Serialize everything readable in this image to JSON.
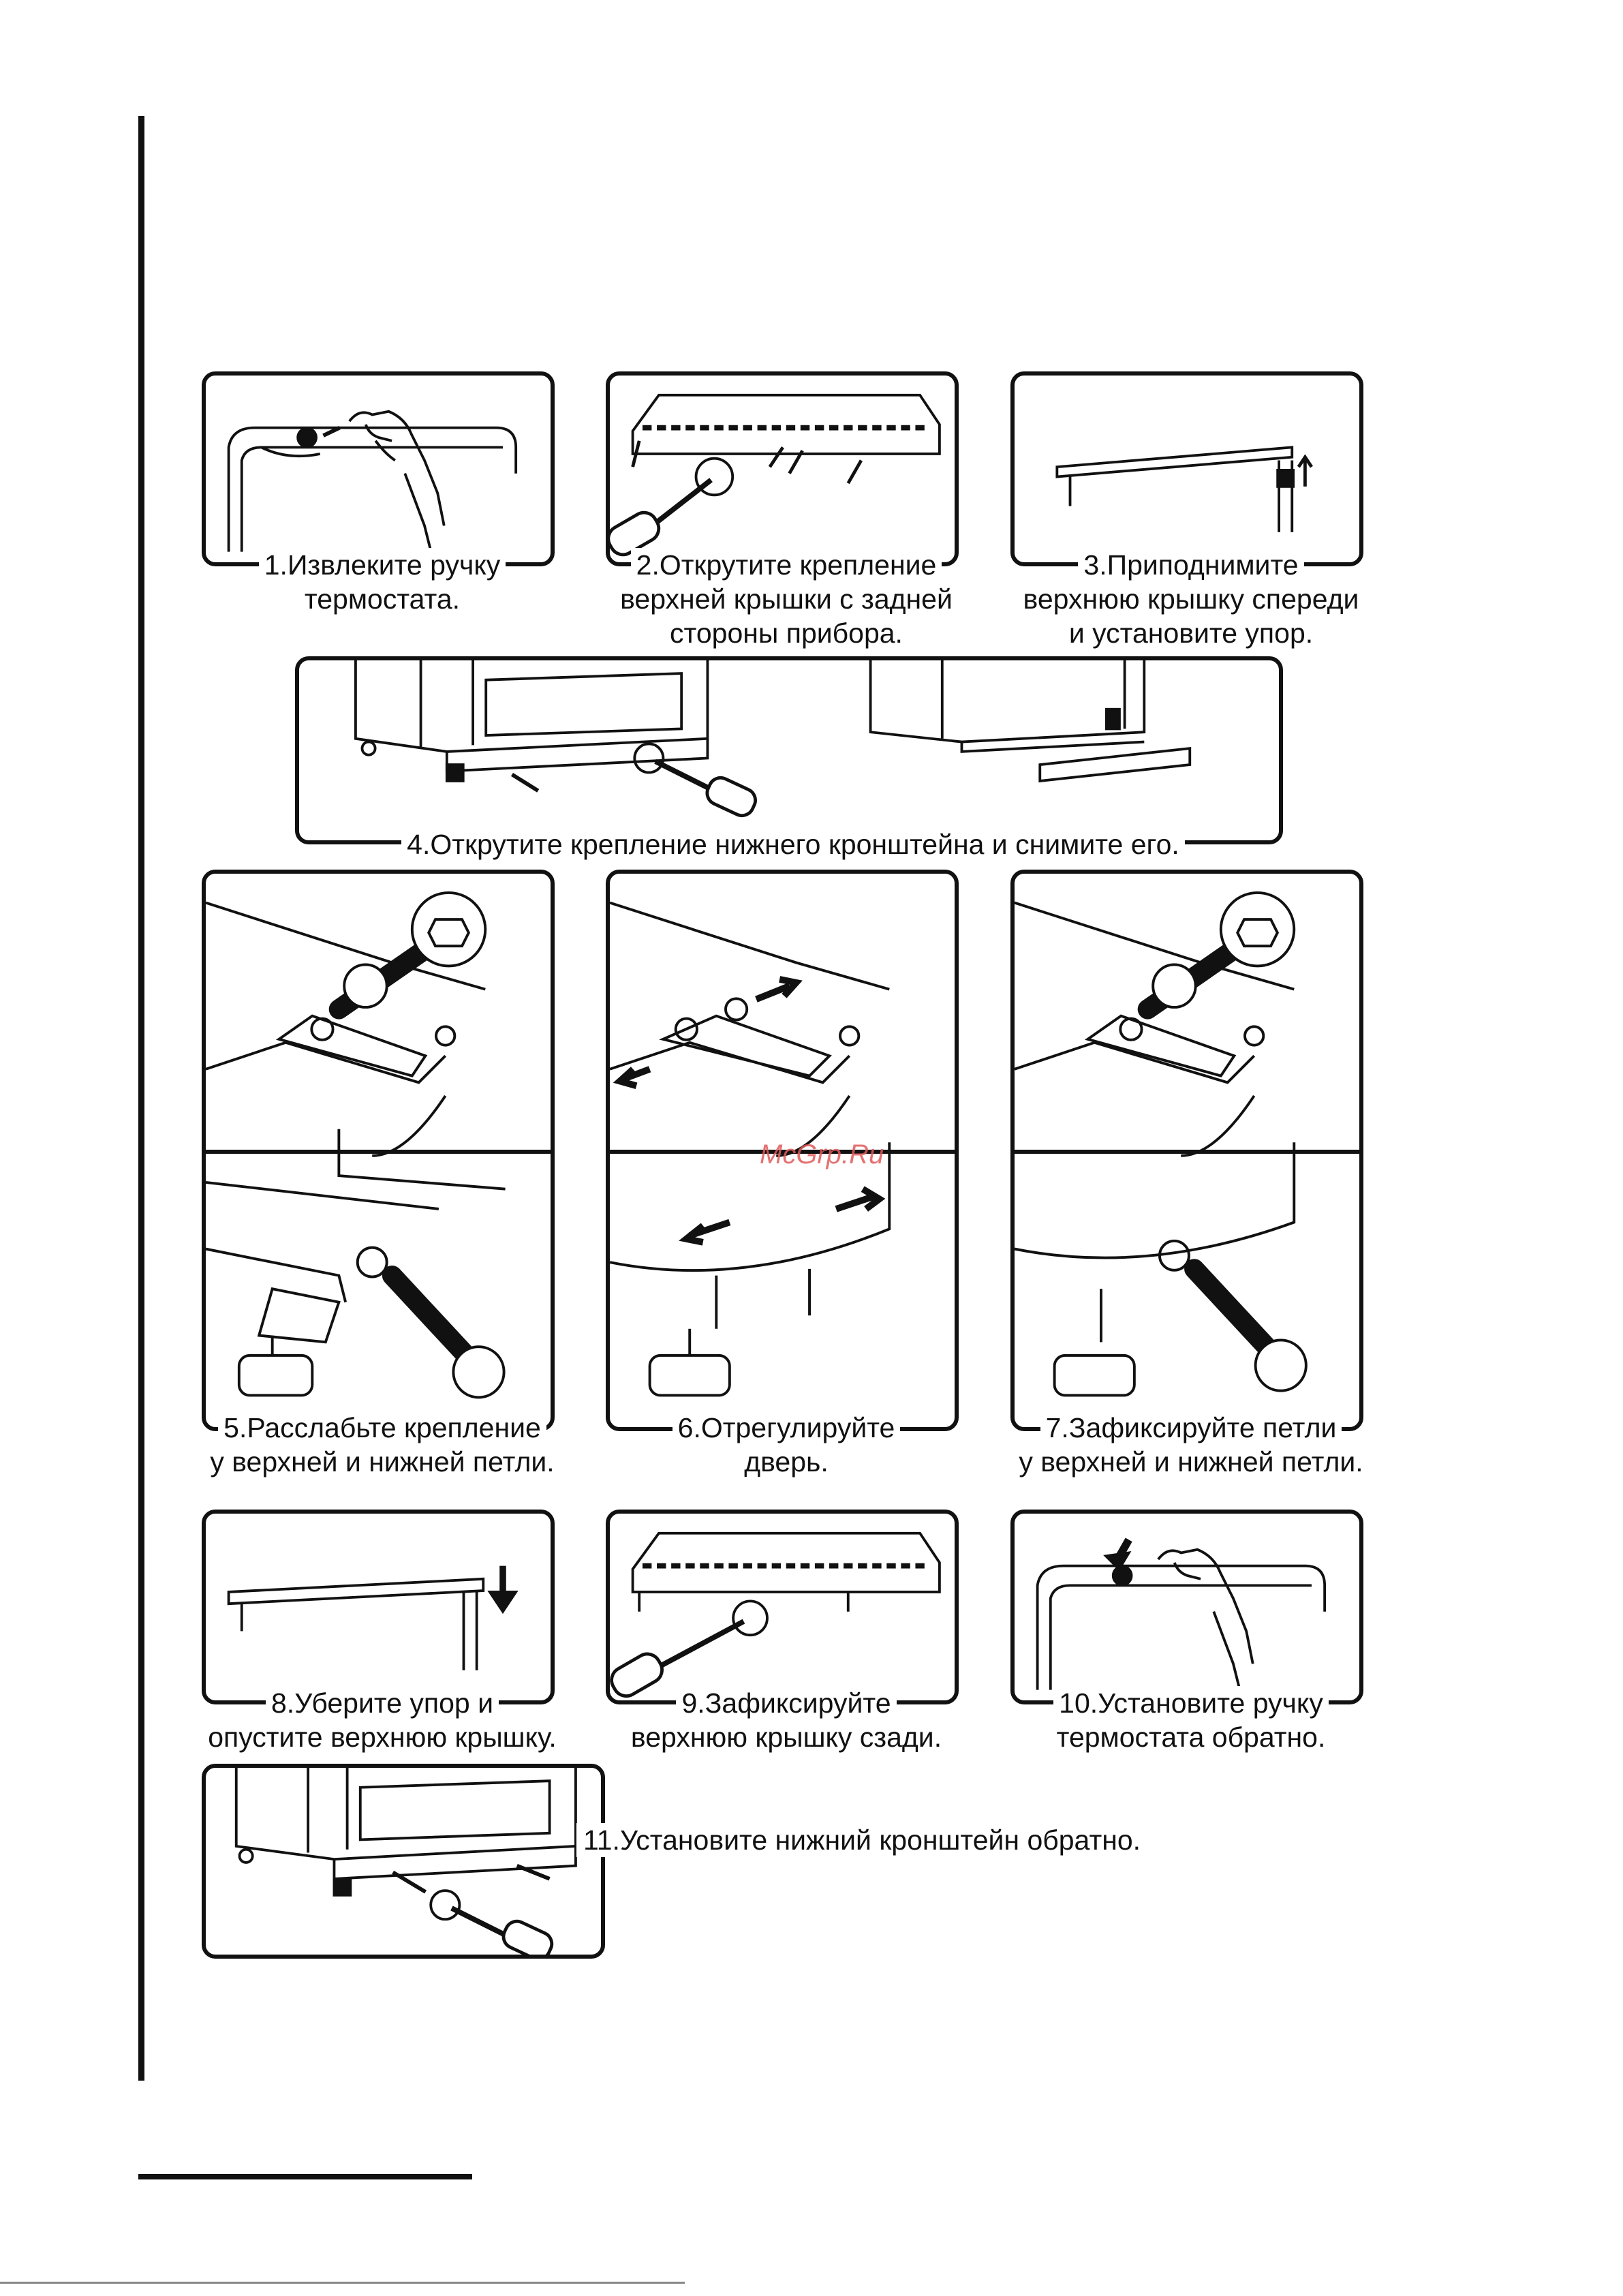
{
  "steps": [
    {
      "id": 1,
      "line1": "1.Извлеките ручку",
      "line2": "термостата.",
      "line3": ""
    },
    {
      "id": 2,
      "line1": "2.Открутите крепление",
      "line2": "верхней крышки с задней",
      "line3": "стороны прибора."
    },
    {
      "id": 3,
      "line1": "3.Приподнимите",
      "line2": "верхнюю крышку спереди",
      "line3": "и установите упор."
    },
    {
      "id": 4,
      "line1": "4.Открутите крепление нижнего кронштейна и снимите его.",
      "line2": "",
      "line3": ""
    },
    {
      "id": 5,
      "line1": "5.Расслабьте крепление",
      "line2": "у верхней и нижней петли.",
      "line3": ""
    },
    {
      "id": 6,
      "line1": "6.Отрегулируйте",
      "line2": "дверь.",
      "line3": ""
    },
    {
      "id": 7,
      "line1": "7.Зафиксируйте петли",
      "line2": "у верхней и нижней петли.",
      "line3": ""
    },
    {
      "id": 8,
      "line1": "8.Уберите упор и",
      "line2": "опустите верхнюю крышку.",
      "line3": ""
    },
    {
      "id": 9,
      "line1": "9.Зафиксируйте",
      "line2": "верхнюю крышку сзади.",
      "line3": ""
    },
    {
      "id": 10,
      "line1": "10.Установите ручку",
      "line2": "термостата обратно.",
      "line3": ""
    },
    {
      "id": 11,
      "line1": "11.Установите нижний кронштейн обратно.",
      "line2": "",
      "line3": ""
    }
  ],
  "watermark": "McGrp.Ru",
  "colors": {
    "ink": "#111111",
    "watermark": "#e05a5a"
  }
}
